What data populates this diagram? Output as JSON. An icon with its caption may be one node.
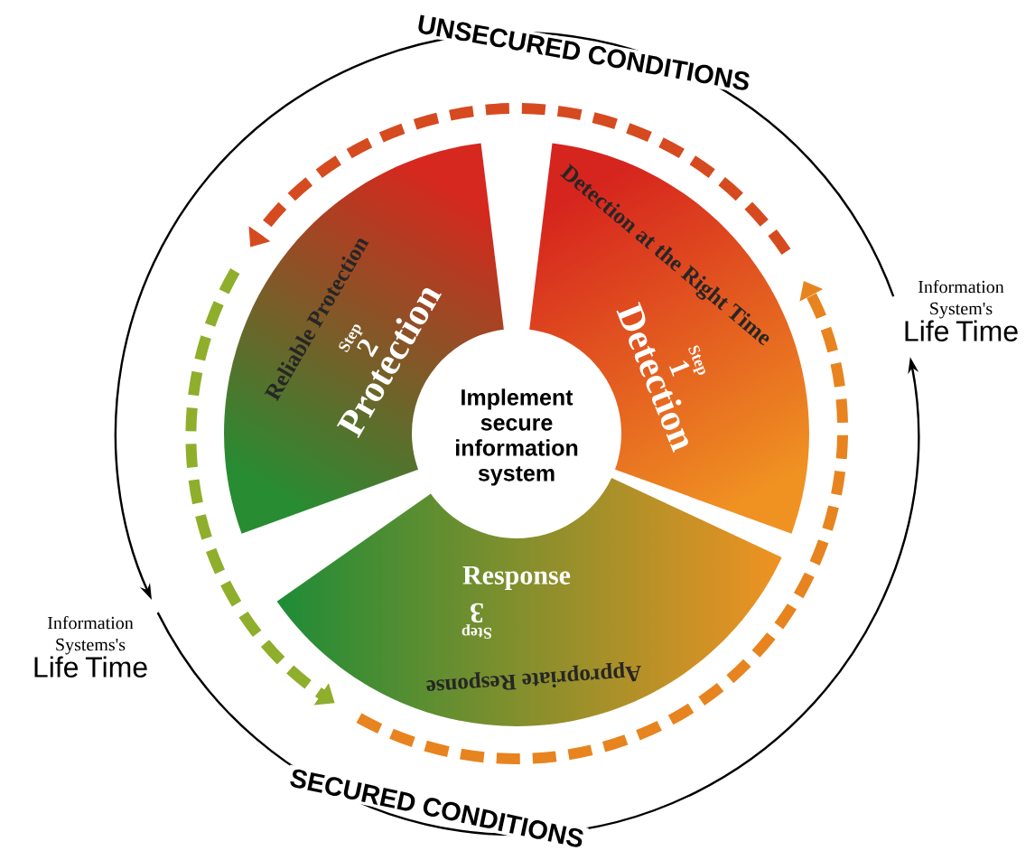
{
  "diagram": {
    "nodes": [
      {
        "text": [
          "Detection at the Right Time",
          "Step",
          "1",
          "Detection"
        ]
      },
      {
        "text": [
          "Reliable Protection",
          "Step",
          "2",
          "Protection"
        ]
      },
      {
        "text": [
          "Response",
          "Step",
          "3",
          "Appropriate Response"
        ]
      },
      {
        "text": [
          "Information System's",
          "Life Time"
        ]
      },
      {
        "text": [
          "Information Systems's",
          "Life Time"
        ]
      }
    ],
    "edges": [
      {
        "from": 0,
        "to": 1,
        "arrow": "to",
        "style": "dashed",
        "color": "#d64a20"
      },
      {
        "from": 1,
        "to": 2,
        "arrow": "to",
        "style": "dashed",
        "color": "#8fae2c"
      },
      {
        "from": 2,
        "to": 0,
        "arrow": "to",
        "style": "dashed",
        "color": "#e7841f"
      },
      {
        "from": 3,
        "to": 4,
        "arrow": "to",
        "label": "UNSECURED CONDITIONS"
      },
      {
        "from": 4,
        "to": 3,
        "arrow": "to",
        "label": "SECURED CONDITIONS"
      }
    ],
    "labels": [
      "Implement secure information system"
    ]
  }
}
